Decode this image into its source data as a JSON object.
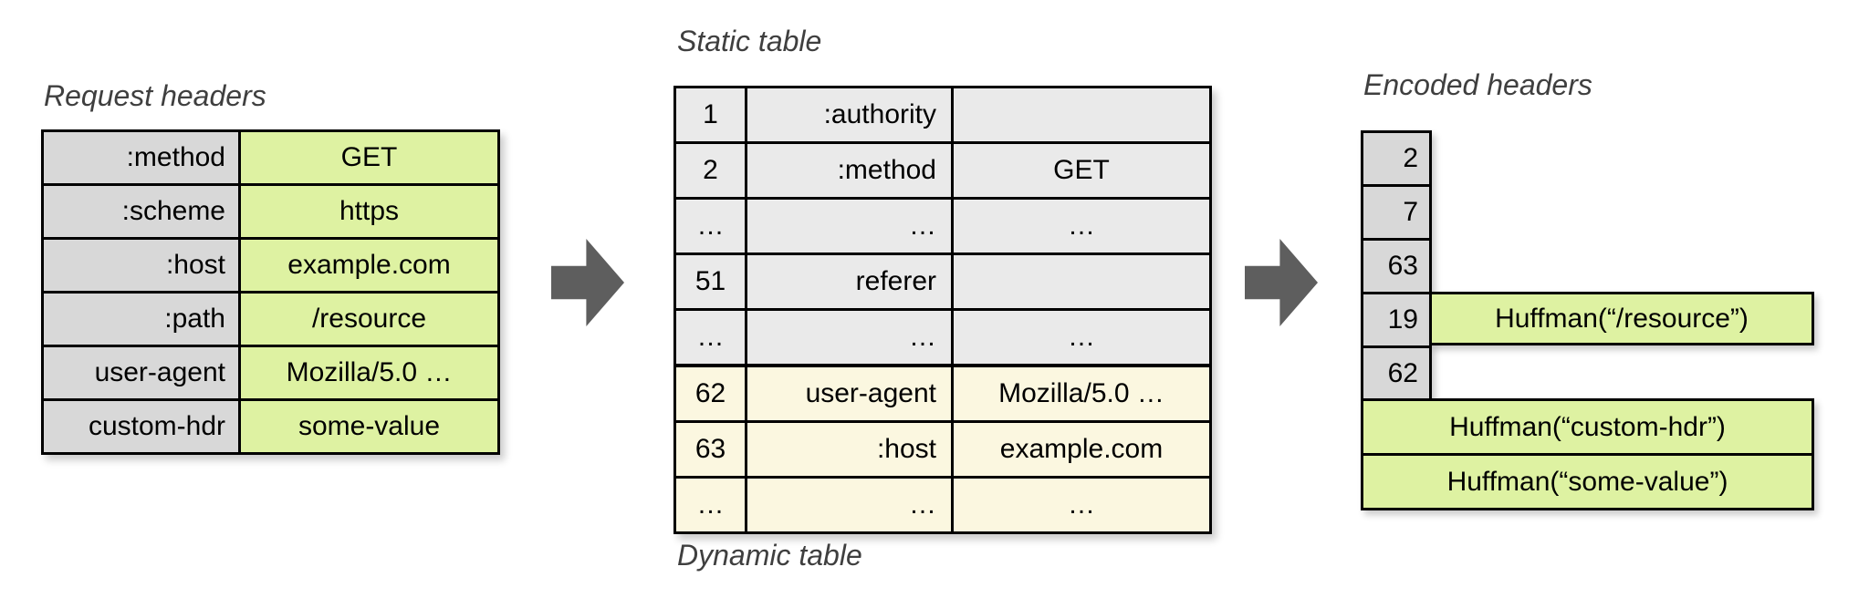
{
  "titles": {
    "request": "Request headers",
    "static_table": "Static table",
    "dynamic_table": "Dynamic table",
    "encoded": "Encoded headers"
  },
  "request_headers": {
    "rows": [
      {
        "name": ":method",
        "value": "GET"
      },
      {
        "name": ":scheme",
        "value": "https"
      },
      {
        "name": ":host",
        "value": "example.com"
      },
      {
        "name": ":path",
        "value": "/resource"
      },
      {
        "name": "user-agent",
        "value": "Mozilla/5.0 …"
      },
      {
        "name": "custom-hdr",
        "value": "some-value"
      }
    ]
  },
  "index_table": {
    "rows": [
      {
        "index": "1",
        "name": ":authority",
        "value": "",
        "section": "static"
      },
      {
        "index": "2",
        "name": ":method",
        "value": "GET",
        "section": "static"
      },
      {
        "index": "…",
        "name": "…",
        "value": "…",
        "section": "static"
      },
      {
        "index": "51",
        "name": "referer",
        "value": "",
        "section": "static"
      },
      {
        "index": "…",
        "name": "…",
        "value": "…",
        "section": "static"
      },
      {
        "index": "62",
        "name": "user-agent",
        "value": "Mozilla/5.0 …",
        "section": "dynamic"
      },
      {
        "index": "63",
        "name": ":host",
        "value": "example.com",
        "section": "dynamic"
      },
      {
        "index": "…",
        "name": "…",
        "value": "…",
        "section": "dynamic"
      }
    ]
  },
  "encoded_headers": {
    "index_cells": [
      "2",
      "7",
      "63",
      "19",
      "62"
    ],
    "huffman_inline": "Huffman(“/resource”)",
    "huffman_rows": [
      "Huffman(“custom-hdr”)",
      "Huffman(“some-value”)"
    ]
  },
  "colors": {
    "key_gray": "#d8d8d8",
    "value_green": "#def2a2",
    "static_gray": "#eaeaea",
    "dynamic_cream": "#fbf7e0",
    "arrow_gray": "#5e5e5e",
    "border_black": "#000000",
    "title_gray": "#3f3f3f"
  }
}
